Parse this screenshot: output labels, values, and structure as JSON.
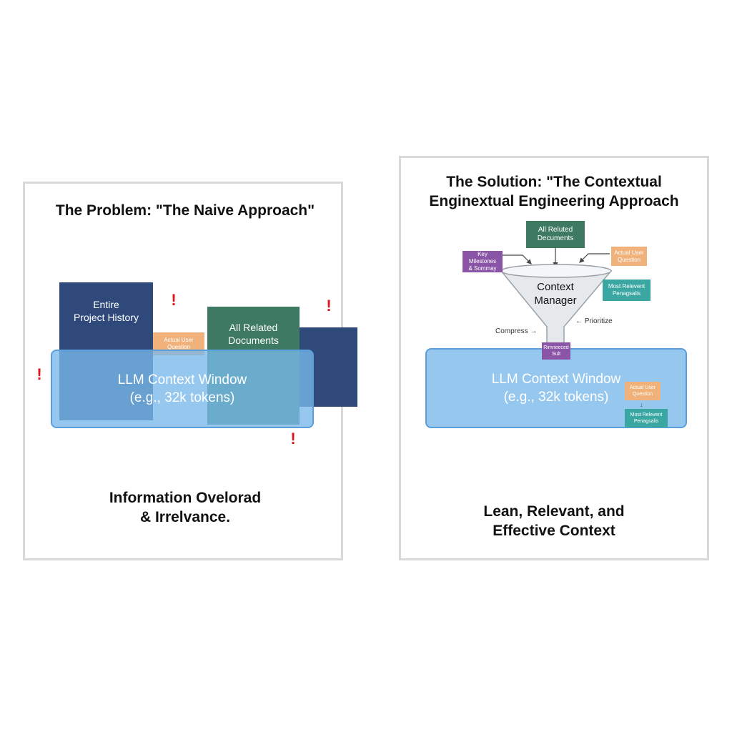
{
  "problem": {
    "title": "The Problem: \"The Naive Approach\"",
    "blocks": {
      "entire_history": "Entire\nProject History",
      "user_question": "Actual User\nQuestion",
      "related_docs": "All Related\nDocuments"
    },
    "context_window": {
      "line1": "LLM Context Window",
      "line2": "(e.g., 32k tokens)"
    },
    "alert_symbol": "!",
    "caption_line1": "Information Ovelorad",
    "caption_line2": "& Irrelvance."
  },
  "solution": {
    "title_line1": "The Solution: \"The Contextual",
    "title_line2": "Enginextual Engineering Approach",
    "inputs": {
      "related_docs": "All Reluted\nDecuments",
      "milestones": "Key Milestones\n& Sommay",
      "user_question": "Actual User\nQuestion",
      "relevant_paragraphs": "Most Relevent\nPenagsalis"
    },
    "funnel_label": "Context\nManager",
    "actions": {
      "compress": "Compress →",
      "prioritize": "← Prioritize"
    },
    "output_chip": "Rimneeced\nSult",
    "context_window": {
      "line1": "LLM Context Window",
      "line2": "(e.g., 32k tokens)"
    },
    "window_question": "Actual User\nQuestion",
    "window_paragraphs": "Most Relevent\nPenagsalis",
    "caption_line1": "Lean, Relevant, and",
    "caption_line2": "Effective Context"
  },
  "colors": {
    "navy": "#2f4a7a",
    "green": "#3e7a62",
    "orange": "#f0b27a",
    "purple": "#8a55a6",
    "teal": "#3ba7a3",
    "window": "#8cc4ee",
    "alert": "#e0141b"
  }
}
